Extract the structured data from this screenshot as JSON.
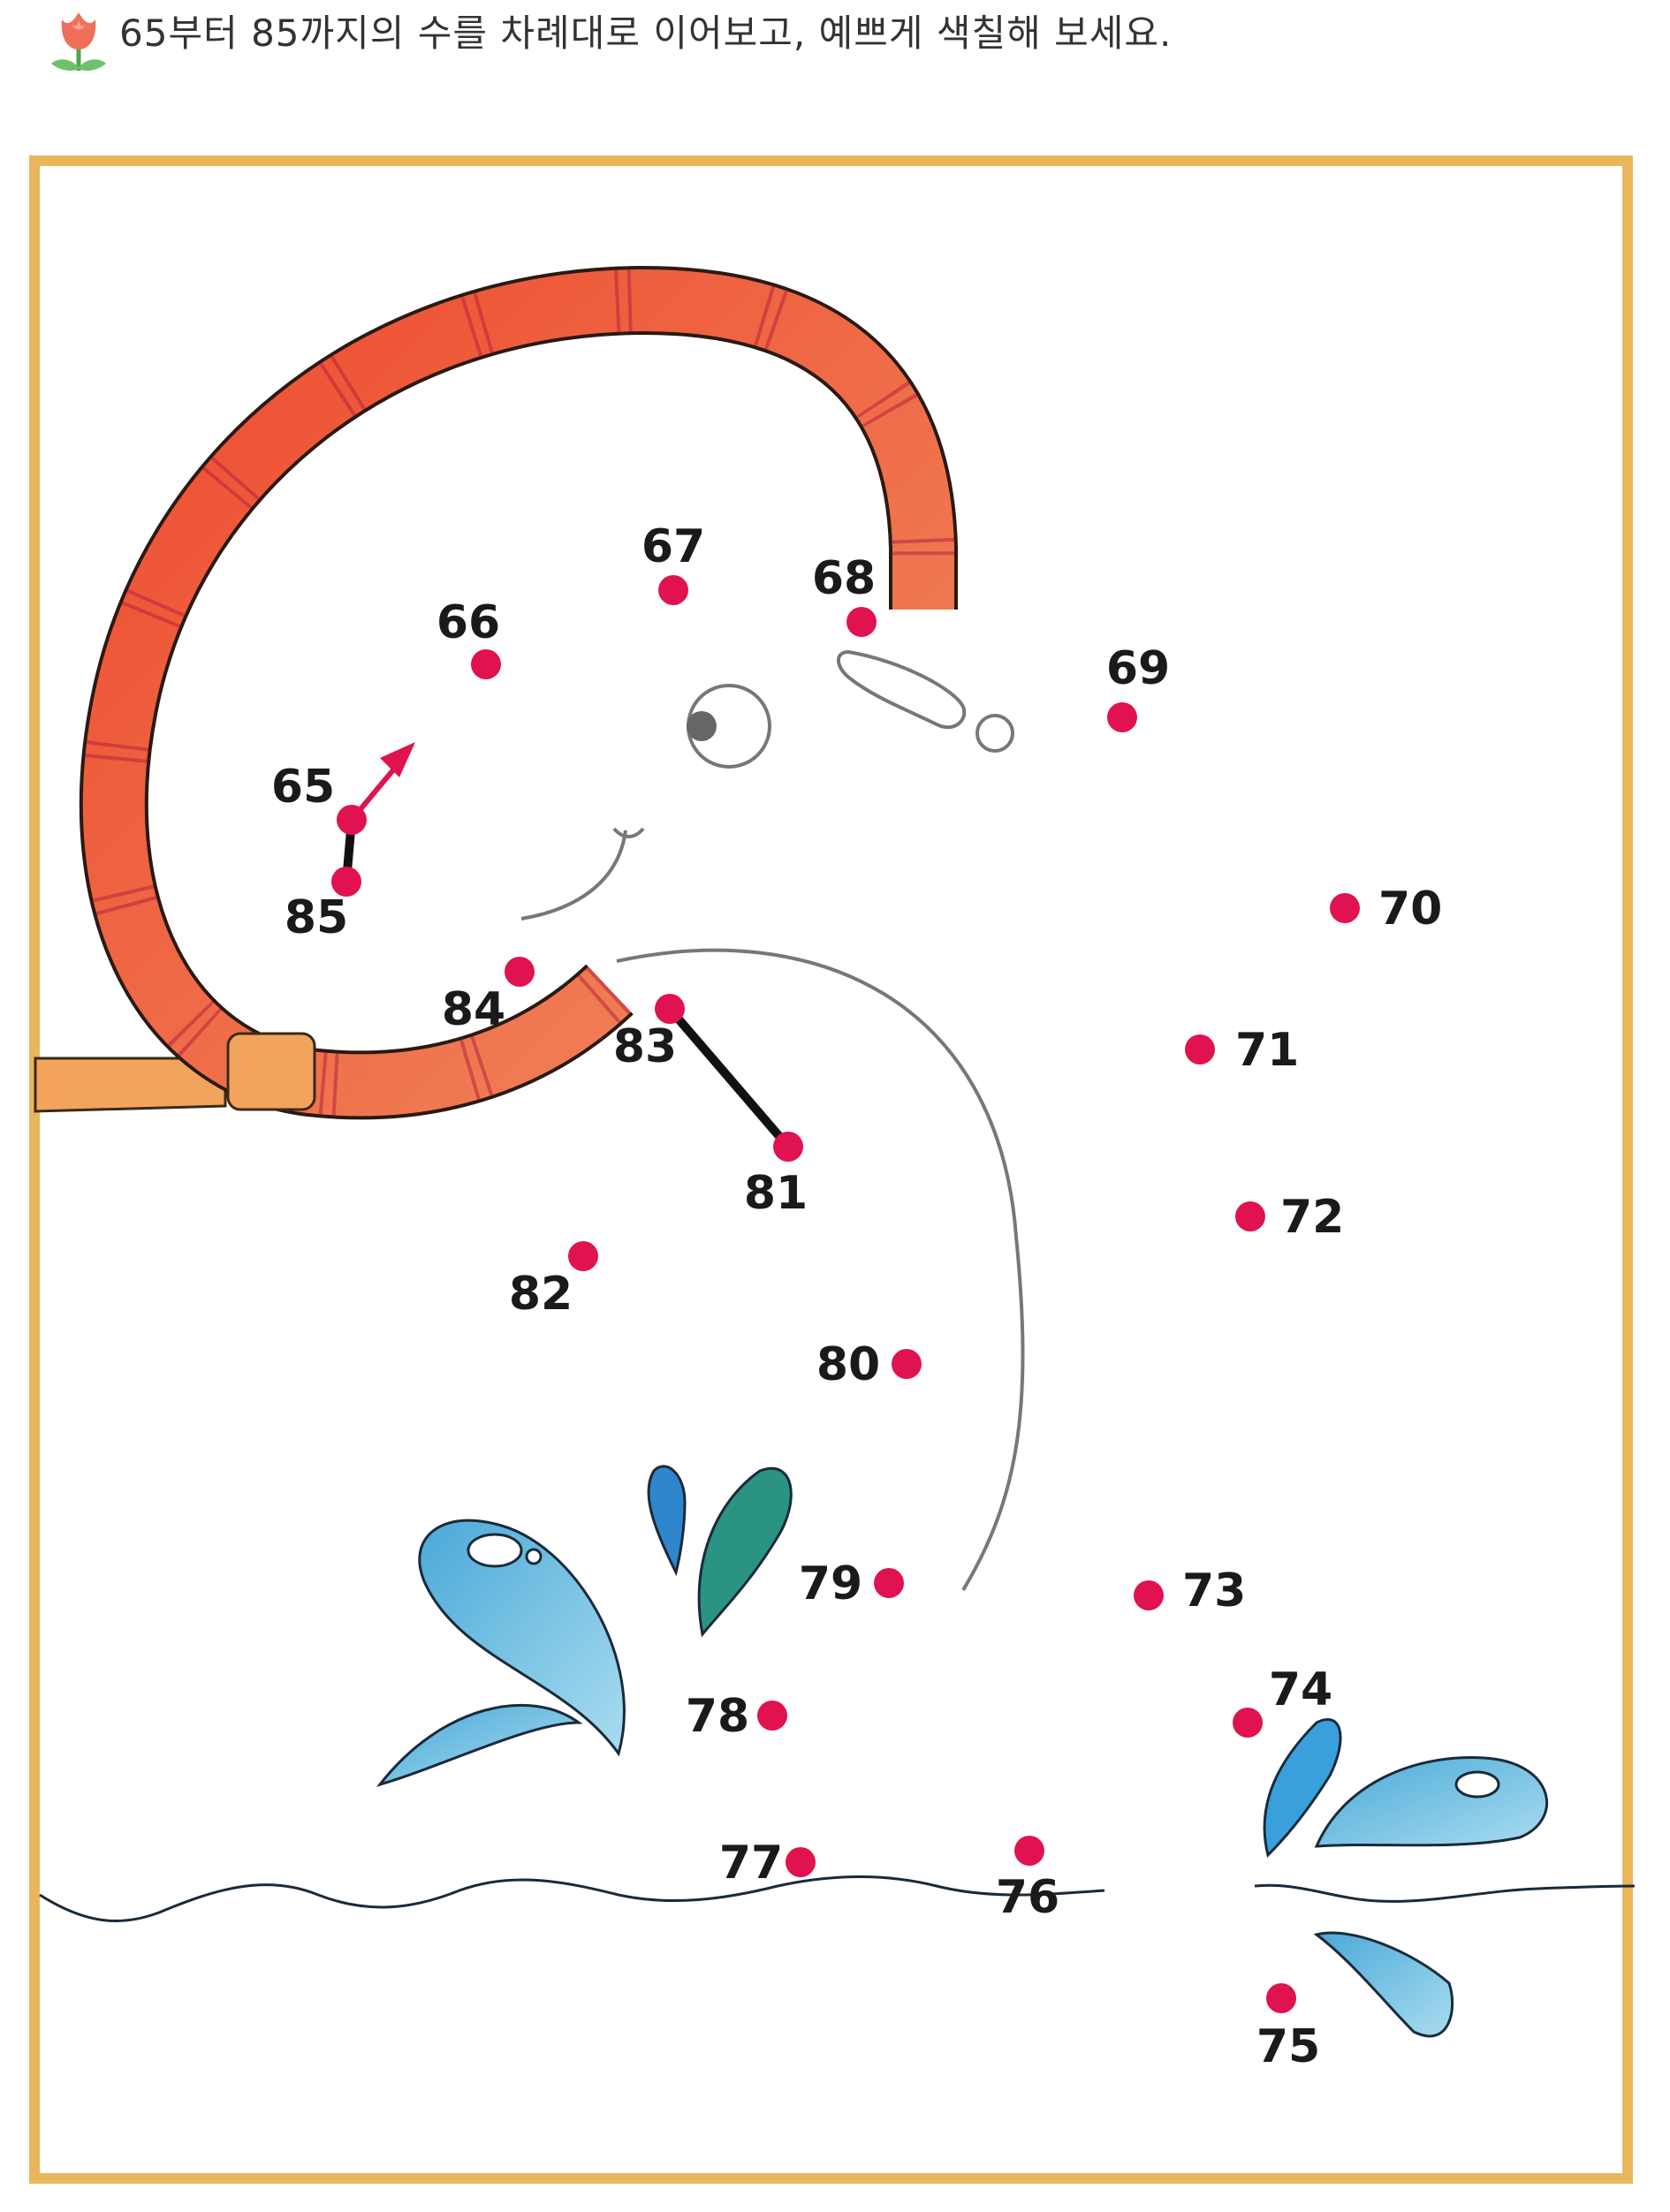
{
  "instruction": "65부터 85까지의 수를 차례대로 이어보고, 예쁘게 색칠해 보세요.",
  "icons": {
    "header": "tulip-flower-icon"
  },
  "colors": {
    "frame": "#e9b65c",
    "dot": "#e0124f",
    "hose": "#ec5a3c",
    "hose_stripe": "#b8233f",
    "water": "#5fb8dc",
    "water_dark": "#2a9384",
    "connector": "#111111",
    "start_arrow": "#e0124f"
  },
  "puzzle": {
    "start": "65",
    "end": "85",
    "dots": [
      {
        "label": "65"
      },
      {
        "label": "66"
      },
      {
        "label": "67"
      },
      {
        "label": "68"
      },
      {
        "label": "69"
      },
      {
        "label": "70"
      },
      {
        "label": "71"
      },
      {
        "label": "72"
      },
      {
        "label": "73"
      },
      {
        "label": "74"
      },
      {
        "label": "75"
      },
      {
        "label": "76"
      },
      {
        "label": "77"
      },
      {
        "label": "78"
      },
      {
        "label": "79"
      },
      {
        "label": "80"
      },
      {
        "label": "81"
      },
      {
        "label": "82"
      },
      {
        "label": "83"
      },
      {
        "label": "84"
      },
      {
        "label": "85"
      }
    ],
    "prefilled_connections": [
      [
        "65",
        "85"
      ],
      [
        "83",
        "81"
      ]
    ]
  }
}
